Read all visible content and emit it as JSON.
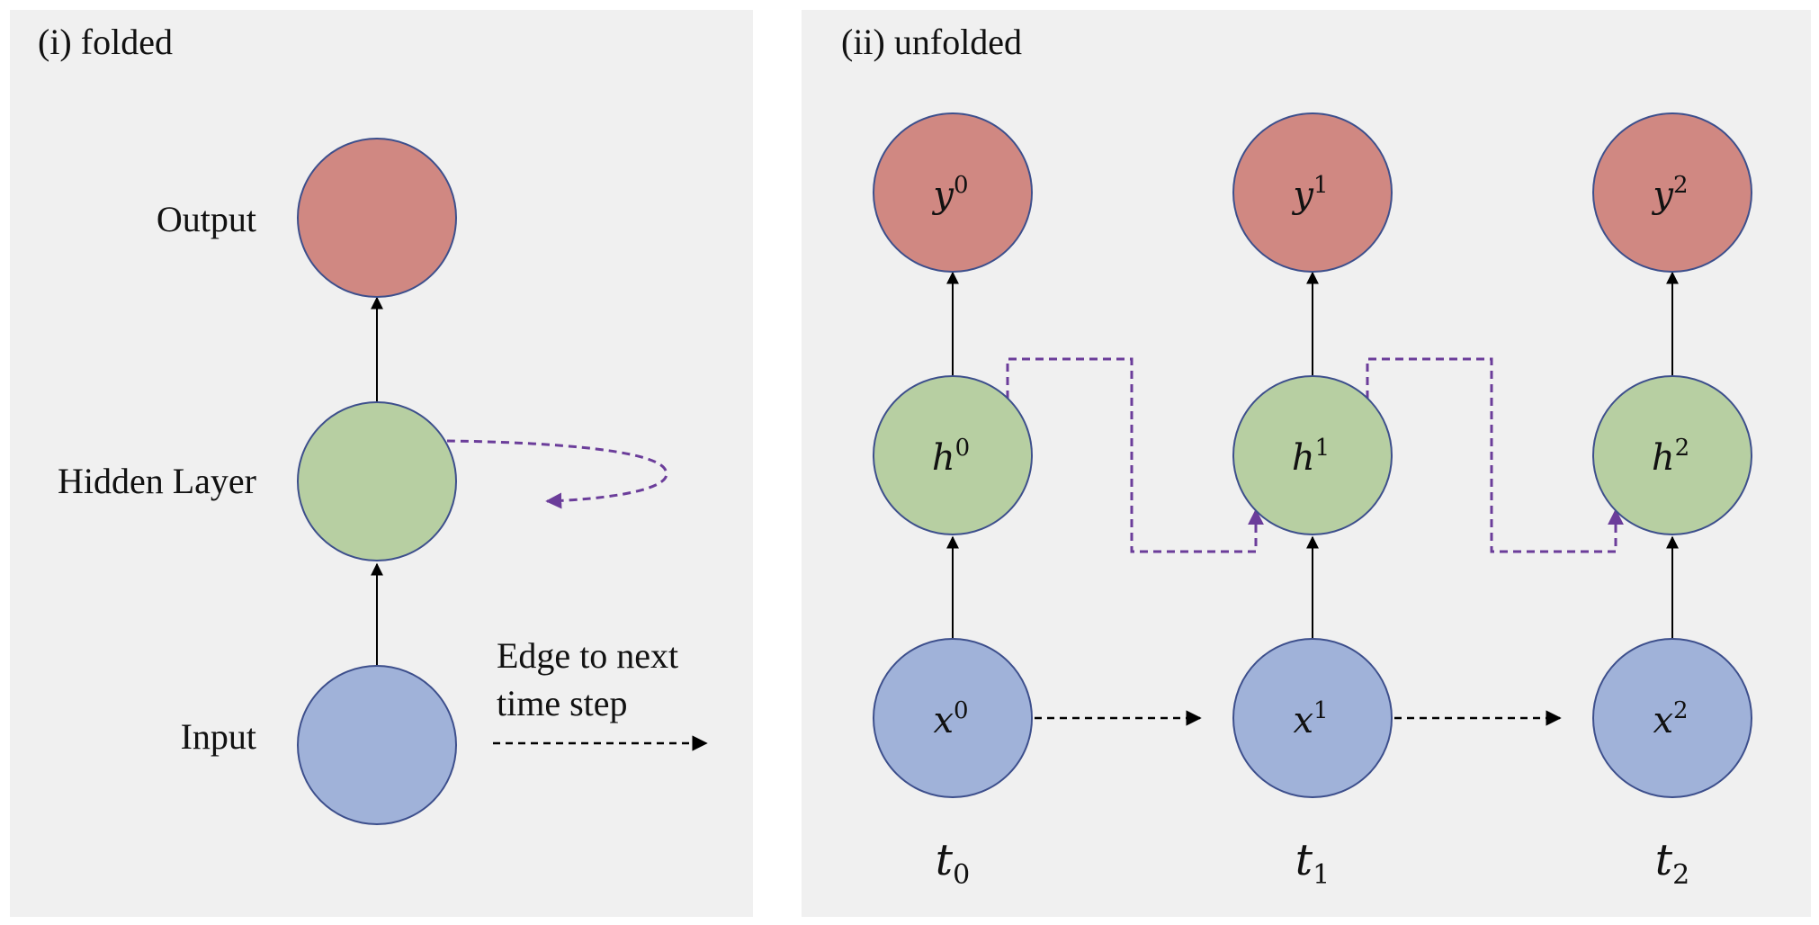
{
  "folded": {
    "title": "(i) folded",
    "labels": {
      "output": "Output",
      "hidden": "Hidden Layer",
      "input": "Input"
    },
    "legend": {
      "line1": "Edge to next",
      "line2": "time step"
    }
  },
  "unfolded": {
    "title": "(ii) unfolded",
    "steps": [
      {
        "time": "t",
        "time_sub": "0",
        "output": "y",
        "hidden": "h",
        "input": "x",
        "sup": "0"
      },
      {
        "time": "t",
        "time_sub": "1",
        "output": "y",
        "hidden": "h",
        "input": "x",
        "sup": "1"
      },
      {
        "time": "t",
        "time_sub": "2",
        "output": "y",
        "hidden": "h",
        "input": "x",
        "sup": "2"
      }
    ]
  },
  "colors": {
    "output": "#d08882",
    "hidden": "#b7cfa2",
    "input": "#a0b2d9",
    "node_border": "#3d4f8c",
    "recurrent_edge": "#6b3d9a",
    "time_edge": "#000000",
    "panel_background": "#f0f0f0"
  }
}
